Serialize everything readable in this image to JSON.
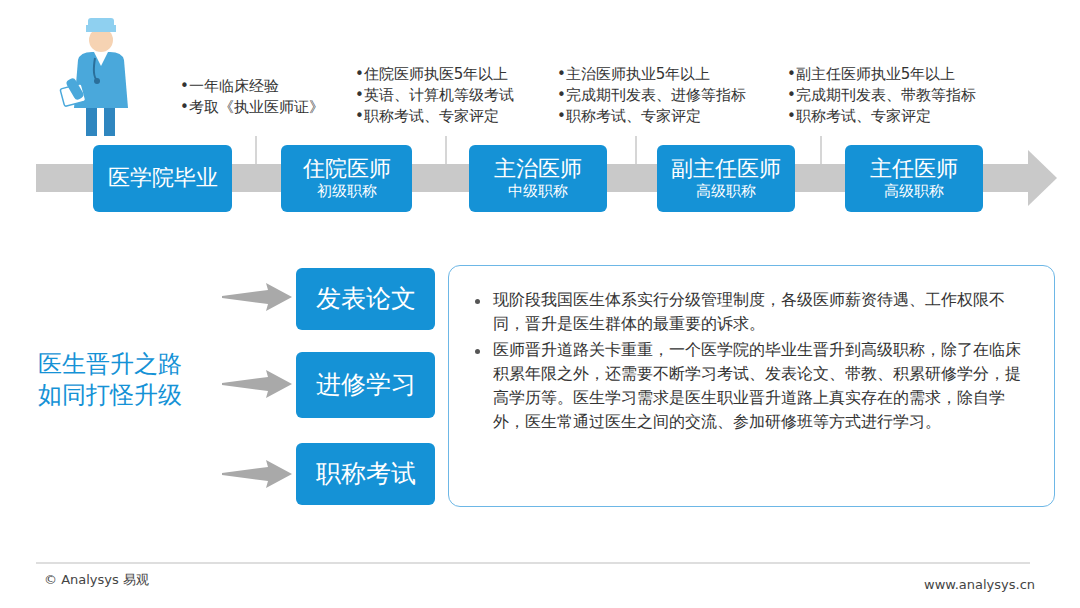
{
  "diagram": {
    "nodes": [
      {
        "text": [
          "医学院毕业"
        ]
      },
      {
        "text": [
          "住院医师",
          "初级职称"
        ]
      },
      {
        "text": [
          "主治医师",
          "中级职称"
        ]
      },
      {
        "text": [
          "副主任医师",
          "高级职称"
        ]
      },
      {
        "text": [
          "主任医师",
          "高级职称"
        ]
      },
      {
        "text": [
          "发表论文"
        ]
      },
      {
        "text": [
          "进修学习"
        ]
      },
      {
        "text": [
          "职称考试"
        ]
      },
      {
        "text": [
          "现阶段我国医生体系实行分级管理制度，各级医师薪资待遇、工作权限不同，晋升是医生群体的最重要的诉求。",
          "医师晋升道路关卡重重，一个医学院的毕业生晋升到高级职称，除了在临床积累年限之外，还需要不断学习考试、发表论文、带教、积累研修学分，提高学历等。医生学习需求是医生职业晋升道路上真实存在的需求，除自学外，医生常通过医生之间的交流、参加研修班等方式进行学习。"
        ]
      }
    ],
    "labels": [
      "•一年临床经验",
      "•考取《执业医师证》",
      "•住院医师执医5年以上",
      "•英语、计算机等级考试",
      "•职称考试、专家评定",
      "•主治医师执业5年以上",
      "•完成期刊发表、进修等指标",
      "•职称考试、专家评定",
      "•副主任医师执业5年以上",
      "•完成期刊发表、带教等指标",
      "•职称考试、专家评定",
      "医生晋升之路 如同打怪升级",
      "© Analysys 易观",
      "www.analysys.cn"
    ]
  }
}
